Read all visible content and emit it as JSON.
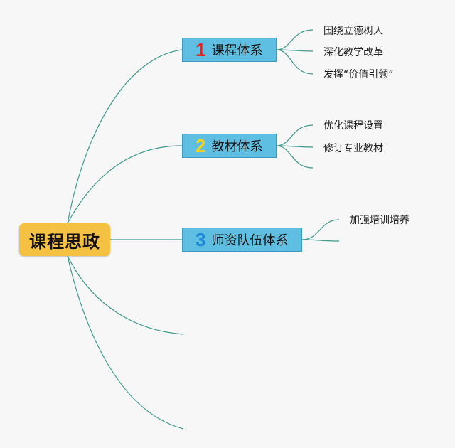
{
  "root": {
    "label": "课程思政"
  },
  "topics": [
    {
      "number": "1",
      "label": "课程体系",
      "number_color": "#e52421",
      "children": [
        "围绕立德树人",
        "深化教学改革",
        "发挥“价值引领”"
      ]
    },
    {
      "number": "2",
      "label": "教材体系",
      "number_color": "#f4d21a",
      "children": [
        "优化课程设置",
        "修订专业教材"
      ]
    },
    {
      "number": "3",
      "label": "师资队伍体系",
      "number_color": "#1e88d8",
      "children": [
        "加强培训培养"
      ]
    }
  ],
  "colors": {
    "root_fill": "#f5c142",
    "topic_fill": "#5fbfe2",
    "connector": "#3f9a8c",
    "background": "#f7f7f7"
  }
}
